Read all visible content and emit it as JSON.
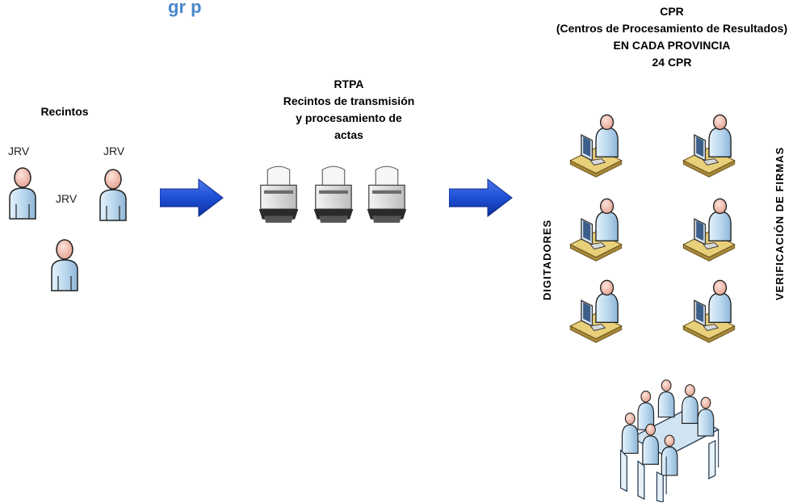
{
  "header": {
    "partial_title": "gr        p"
  },
  "recintos": {
    "title": "Recintos",
    "jrv_labels": [
      "JRV",
      "JRV",
      "JRV"
    ]
  },
  "rtpa": {
    "lines": [
      "RTPA",
      "Recintos de transmisión",
      "y procesamiento de",
      "actas"
    ]
  },
  "cpr": {
    "lines": [
      "CPR",
      "(Centros de Procesamiento de Resultados)",
      "EN CADA PROVINCIA",
      "24 CPR"
    ]
  },
  "side_labels": {
    "left": "DIGITADORES",
    "right": "VERIFICACIÓN DE FIRMAS"
  },
  "colors": {
    "arrow_blue": "#1d4fd6",
    "person_blue": "#bcd9ef",
    "skin": "#f3c2b4",
    "desk": "#e8cf7a",
    "title_blue": "#4a86c9"
  },
  "icons": {
    "person": "user-icon",
    "scanner": "scanner-icon",
    "workstation": "computer-operator-icon",
    "meeting": "meeting-table-icon",
    "arrow": "right-arrow-icon"
  }
}
